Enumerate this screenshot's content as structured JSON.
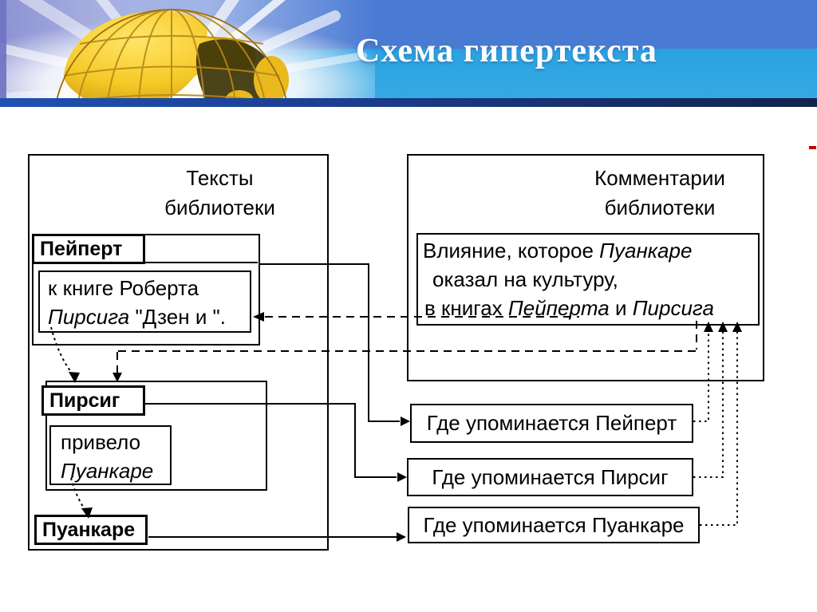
{
  "slide": {
    "title": "Схема гипертекста"
  },
  "colors": {
    "header_band_top": "#4a7bd3",
    "header_band_bottom": "#2aa3e0",
    "header_bar": "#1c3e92",
    "plate_lavender": "#8d92d2",
    "globe_gold": "#f5c926",
    "line_black": "#000000",
    "red_tick": "#c00000"
  },
  "left_panel": {
    "title_line1": "Тексты",
    "title_line2": "библиотеки",
    "papert_label": "Пейперт",
    "papert_text_line1": "к книге Роберта",
    "papert_text_italic": "Пирсига",
    "papert_text_rest": " \"Дзен и \".",
    "pirsig_label": "Пирсиг",
    "pirsig_text_line1": "привело",
    "pirsig_text_italic": "Пуанкаре",
    "poincare_label": "Пуанкаре"
  },
  "right_panel": {
    "title_line1": "Комментарии",
    "title_line2": "библиотеки",
    "comment_line1": "Влияние, которое ",
    "comment_line1_italic": "Пуанкаре",
    "comment_line2": "оказал на культуру,",
    "comment_line3": "в книгах ",
    "comment_line3_italic1": "Пейперта",
    "comment_line3_conj": " и ",
    "comment_line3_italic2": "Пирсига"
  },
  "mention_boxes": [
    {
      "label": "Где упоминается Пейперт"
    },
    {
      "label": "Где упоминается Пирсиг"
    },
    {
      "label": "Где упоминается Пуанкаре"
    }
  ]
}
